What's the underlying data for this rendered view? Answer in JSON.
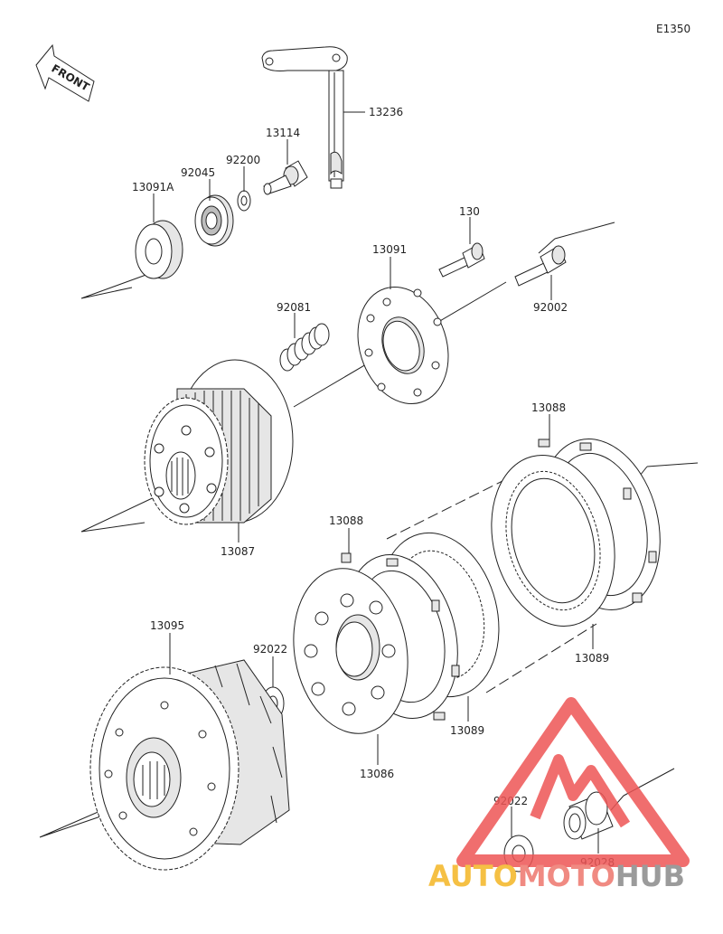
{
  "diagram_code": "E1350",
  "front_label": "FRONT",
  "parts": {
    "p13236": "13236",
    "p13114": "13114",
    "p92200": "92200",
    "p92045": "92045",
    "p13091A": "13091A",
    "p130": "130",
    "p13091": "13091",
    "p92002": "92002",
    "p92081": "92081",
    "p13087": "13087",
    "p13088a": "13088",
    "p13088b": "13088",
    "p13089a": "13089",
    "p13089b": "13089",
    "p13095": "13095",
    "p92022a": "92022",
    "p13086": "13086",
    "p92022b": "92022",
    "p92028": "92028"
  },
  "watermark": {
    "text_a": "AUTO",
    "text_b": "MOTO",
    "text_c": "HUB",
    "color_a": "#f5c044",
    "color_b": "#f08a82",
    "color_c": "#9b9b9b",
    "logo_color": "#ee5555"
  }
}
